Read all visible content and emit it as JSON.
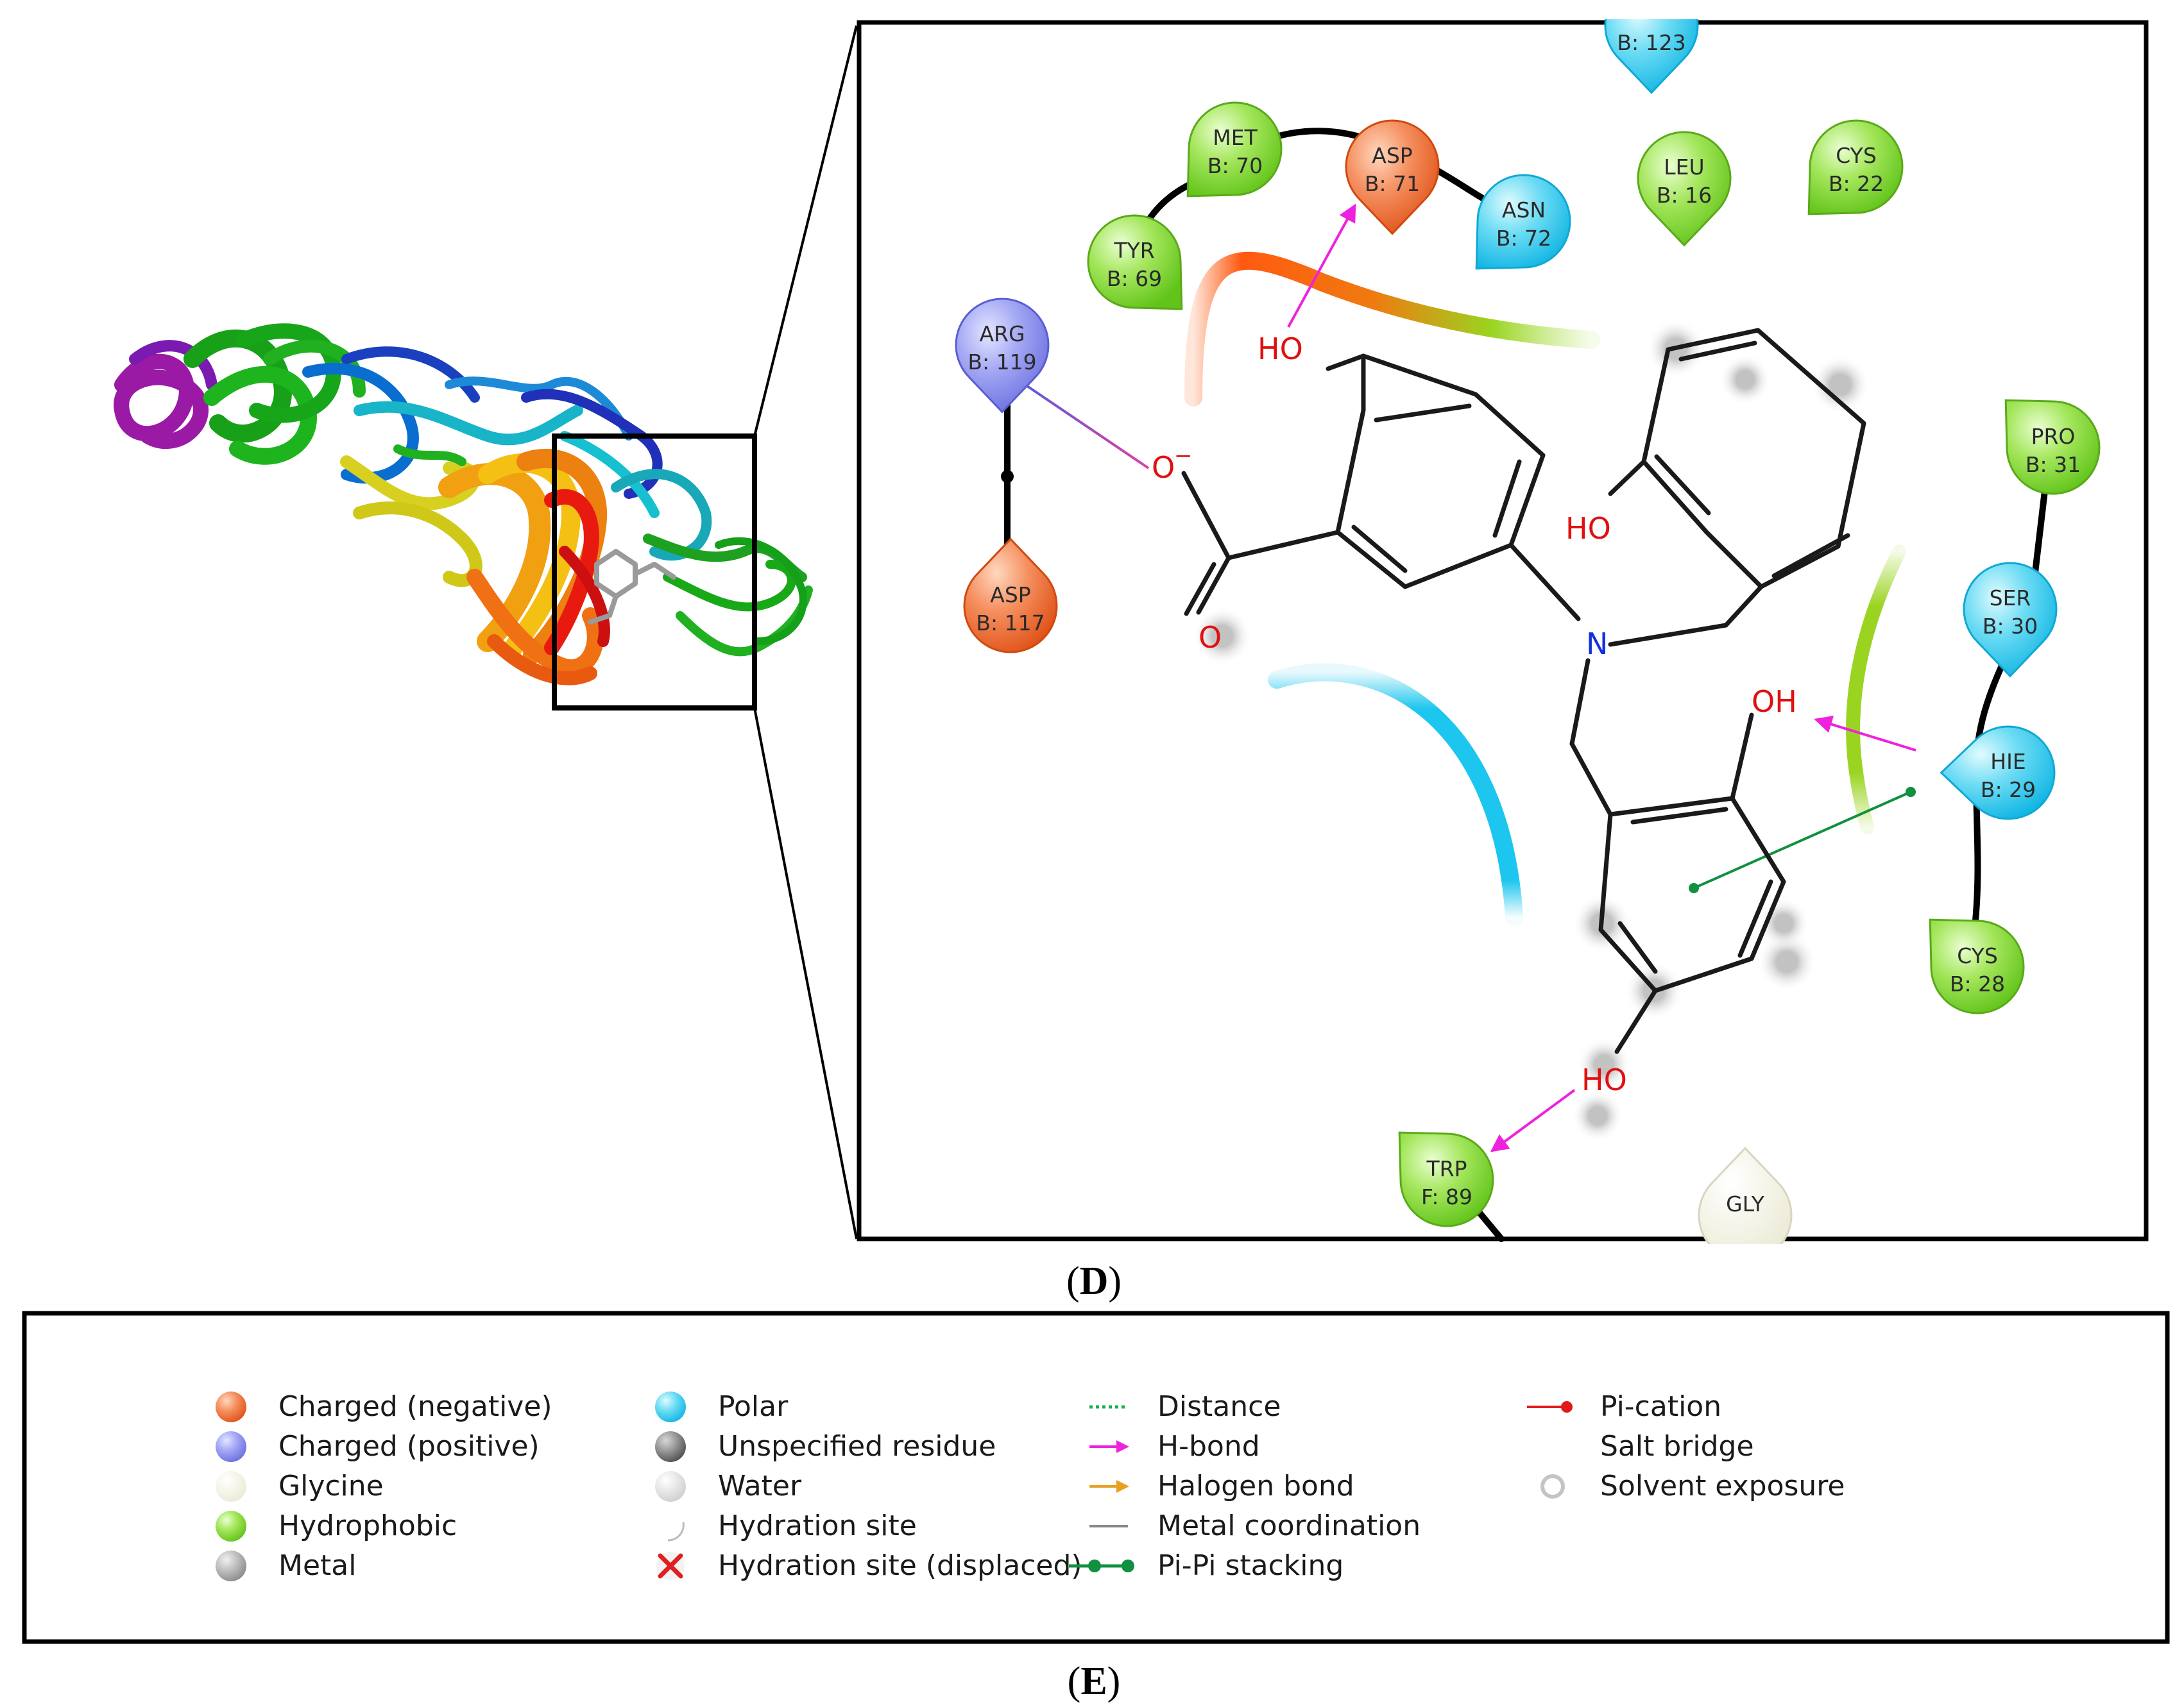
{
  "panels": {
    "d_letter": "D",
    "e_letter": "E"
  },
  "residues": [
    {
      "name": "TYR",
      "num": "B: 69",
      "type": "hydrophobic"
    },
    {
      "name": "MET",
      "num": "B: 70",
      "type": "hydrophobic"
    },
    {
      "name": "ASP",
      "num": "B: 71",
      "type": "negative"
    },
    {
      "name": "ASN",
      "num": "B: 72",
      "type": "polar"
    },
    {
      "name": "",
      "num": "B: 123",
      "type": "polar"
    },
    {
      "name": "LEU",
      "num": "B: 16",
      "type": "hydrophobic"
    },
    {
      "name": "CYS",
      "num": "B: 22",
      "type": "hydrophobic"
    },
    {
      "name": "ARG",
      "num": "B: 119",
      "type": "positive"
    },
    {
      "name": "ASP",
      "num": "B: 117",
      "type": "negative"
    },
    {
      "name": "PRO",
      "num": "B: 31",
      "type": "hydrophobic"
    },
    {
      "name": "SER",
      "num": "B: 30",
      "type": "polar"
    },
    {
      "name": "HIE",
      "num": "B: 29",
      "type": "polar"
    },
    {
      "name": "CYS",
      "num": "B: 28",
      "type": "hydrophobic"
    },
    {
      "name": "TRP",
      "num": "F: 89",
      "type": "hydrophobic"
    },
    {
      "name": "GLY",
      "num": "",
      "type": "glycine"
    }
  ],
  "ligand_labels": {
    "ho_top": "HO",
    "ho_benzyl": "HO",
    "oh_right": "OH",
    "ho_bottom": "HO",
    "o_minus": "O",
    "o_minus_charge": "−",
    "o_carbonyl": "O",
    "nitrogen": "N"
  },
  "legend": {
    "items": [
      {
        "label": "Charged (negative)",
        "icon": "sphere",
        "color": "#f07a3c"
      },
      {
        "label": "Charged (positive)",
        "icon": "sphere",
        "color": "#8a8ef0"
      },
      {
        "label": "Glycine",
        "icon": "sphere",
        "color": "#f4f4e2"
      },
      {
        "label": "Hydrophobic",
        "icon": "sphere",
        "color": "#7ed321"
      },
      {
        "label": "Metal",
        "icon": "sphere",
        "color": "#9c9c9c"
      },
      {
        "label": "Polar",
        "icon": "sphere",
        "color": "#2ec8ee"
      },
      {
        "label": "Unspecified residue",
        "icon": "sphere",
        "color": "#6e6e6e"
      },
      {
        "label": "Water",
        "icon": "sphere",
        "color": "#e4e4e4"
      },
      {
        "label": "Hydration site",
        "icon": "hydration",
        "color": "#cccccc"
      },
      {
        "label": "Hydration site (displaced)",
        "icon": "cross",
        "color": "#e02020"
      },
      {
        "label": "Distance",
        "icon": "dotted",
        "color": "#1ab24f"
      },
      {
        "label": "H-bond",
        "icon": "arrow",
        "color": "#ee22dd"
      },
      {
        "label": "Halogen bond",
        "icon": "arrow",
        "color": "#e8a020"
      },
      {
        "label": "Metal coordination",
        "icon": "line",
        "color": "#888888"
      },
      {
        "label": "Pi-Pi stacking",
        "icon": "dumbbell",
        "color": "#109040"
      },
      {
        "label": "Pi-cation",
        "icon": "pin",
        "color": "#e01a1a"
      },
      {
        "label": "Salt bridge",
        "icon": "gradient-line",
        "color": "#c040c0"
      },
      {
        "label": "Solvent exposure",
        "icon": "ring",
        "color": "#bbbbbb"
      }
    ]
  },
  "colors": {
    "negative": "#f07a3c",
    "positive": "#8a8ef0",
    "polar": "#2ec8ee",
    "hydrophobic": "#7ed321",
    "glycine": "#f4f4e2",
    "hbond": "#ee22dd",
    "pipi": "#109040",
    "oxygen": "#e01010",
    "nitrogen": "#1030e0"
  }
}
